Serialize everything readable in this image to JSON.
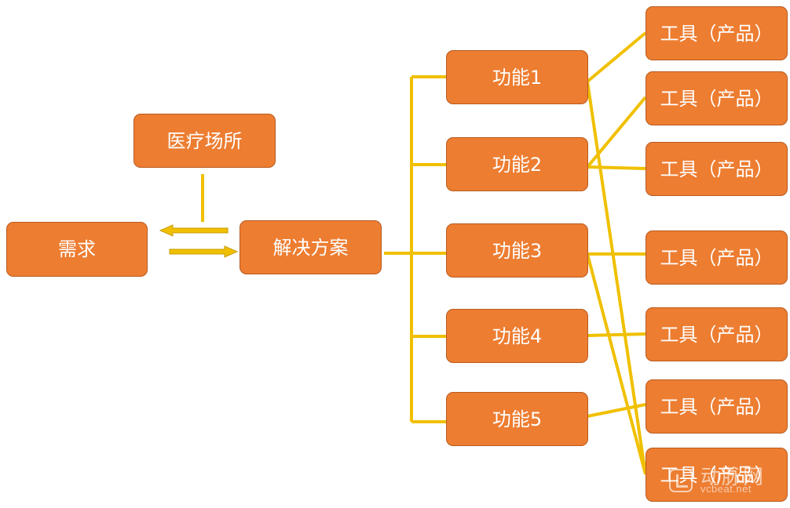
{
  "nodes": {
    "demand": "需求",
    "medical_site": "医疗场所",
    "solution": "解决方案",
    "functions": [
      "功能1",
      "功能2",
      "功能3",
      "功能4",
      "功能5"
    ],
    "tools": [
      "工具（产品）",
      "工具（产品）",
      "工具（产品）",
      "工具（产品）",
      "工具（产品）",
      "工具（产品）",
      "工具（产品）"
    ]
  },
  "colors": {
    "box_fill": "#ed7d31",
    "box_border": "#b85b1f",
    "connector": "#f0c000",
    "text": "#ffffff"
  },
  "watermark": {
    "chinese": "动脉网",
    "english": "vcbeat.net"
  }
}
